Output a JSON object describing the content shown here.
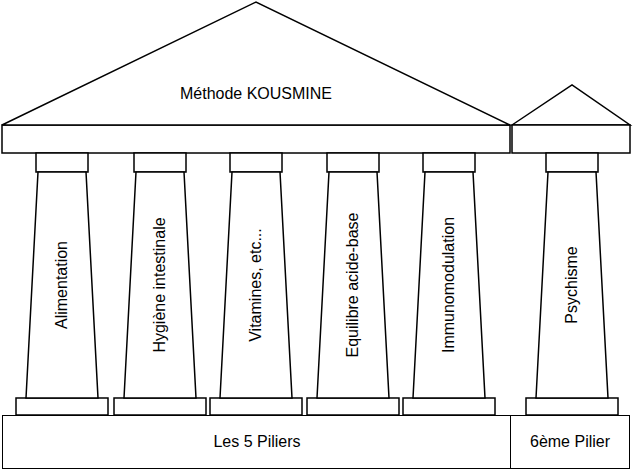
{
  "diagram": {
    "nodes": [
      {
        "text": [
          "Méthode KOUSMINE"
        ]
      },
      {
        "text": [
          "Alimentation"
        ]
      },
      {
        "text": [
          "Hygiène intestinale"
        ]
      },
      {
        "text": [
          "Vitamines, etc..."
        ]
      },
      {
        "text": [
          "Equilibre acide-base"
        ]
      },
      {
        "text": [
          "Immunomodulation"
        ]
      },
      {
        "text": [
          "Psychisme"
        ]
      },
      {
        "text": [
          "Les 5 Piliers"
        ]
      },
      {
        "text": [
          "6ème Pilier"
        ]
      }
    ]
  }
}
